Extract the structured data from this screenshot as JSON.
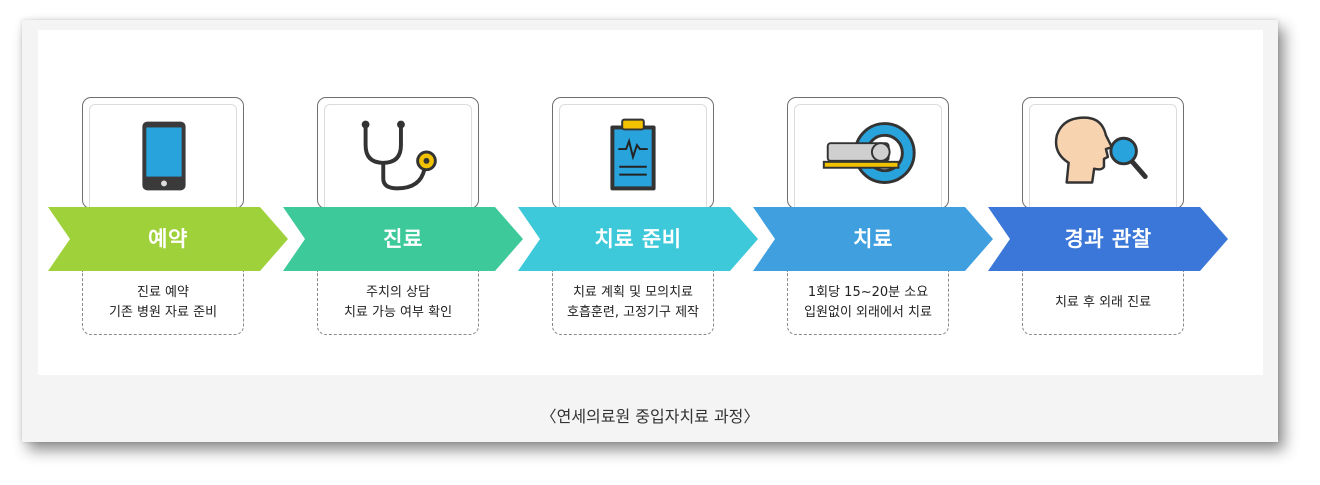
{
  "caption": "〈연세의료원 중입자치료 과정〉",
  "steps": [
    {
      "label": "예약",
      "color": "#9fd13a",
      "icon": "smartphone-icon",
      "desc": [
        "진료 예약",
        "기존 병원 자료 준비"
      ]
    },
    {
      "label": "진료",
      "color": "#3ec99a",
      "icon": "stethoscope-icon",
      "desc": [
        "주치의 상담",
        "치료 가능 여부 확인"
      ]
    },
    {
      "label": "치료 준비",
      "color": "#3dc9d9",
      "icon": "clipboard-icon",
      "desc": [
        "치료 계획 및 모의치료",
        "호흡훈련, 고정기구 제작"
      ]
    },
    {
      "label": "치료",
      "color": "#3f9fdf",
      "icon": "ct-scanner-icon",
      "desc": [
        "1회당 15~20분 소요",
        "입원없이 외래에서 치료"
      ]
    },
    {
      "label": "경과 관찰",
      "color": "#3b77d8",
      "icon": "head-magnifier-icon",
      "desc": [
        "치료 후 외래 진료"
      ]
    }
  ]
}
